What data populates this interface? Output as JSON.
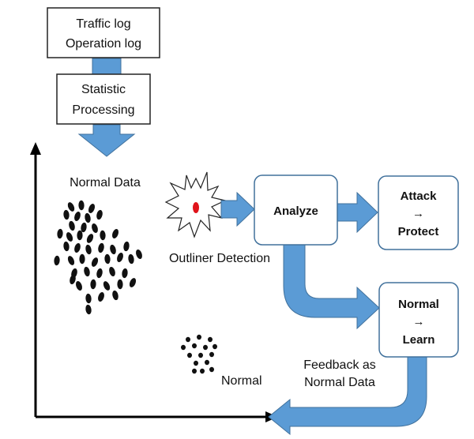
{
  "boxes": {
    "logs": {
      "line1": "Traffic log",
      "line2": "Operation log"
    },
    "statistic": {
      "line1": "Statistic",
      "line2": "Processing"
    },
    "analyze": {
      "label": "Analyze"
    },
    "attack": {
      "line1": "Attack",
      "arrow": "→",
      "line2": "Protect"
    },
    "normal": {
      "line1": "Normal",
      "arrow": "→",
      "line2": "Learn"
    }
  },
  "labels": {
    "normal_data": "Normal Data",
    "outlier_detection": "Outliner Detection",
    "legend_normal": "Normal",
    "feedback_line1": "Feedback as",
    "feedback_line2": "Normal Data"
  },
  "colors": {
    "arrow_fill": "#5b9bd5",
    "arrow_stroke": "#41719c",
    "box_stroke": "#41719c",
    "outlier_dot": "#e0141b",
    "dot": "#111111"
  },
  "icons": {
    "outlier": "starburst-icon"
  }
}
